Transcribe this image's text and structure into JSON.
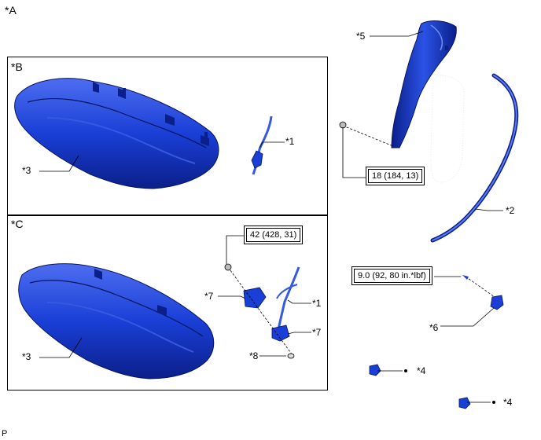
{
  "labels": {
    "view_a": "*A",
    "view_b": "*B",
    "view_c": "*C",
    "callout_1": "*1",
    "callout_1_c": "*1",
    "callout_2": "*2",
    "callout_3_b": "*3",
    "callout_3_c": "*3",
    "callout_4_a": "*4",
    "callout_4_b": "*4",
    "callout_5": "*5",
    "callout_6": "*6",
    "callout_7_a": "*7",
    "callout_7_b": "*7",
    "callout_8": "*8",
    "footer_code": "P"
  },
  "torque_specs": {
    "headrest_bolt": "18 (184, 13)",
    "belt_anchor_bolt": "42 (428, 31)",
    "clip_screw": "9.0 (92, 80 in.*lbf)"
  },
  "colors": {
    "part_fill": "#1a3fd6",
    "part_dark": "#0b1f8a",
    "part_light": "#4d6df0",
    "line": "#000000"
  }
}
